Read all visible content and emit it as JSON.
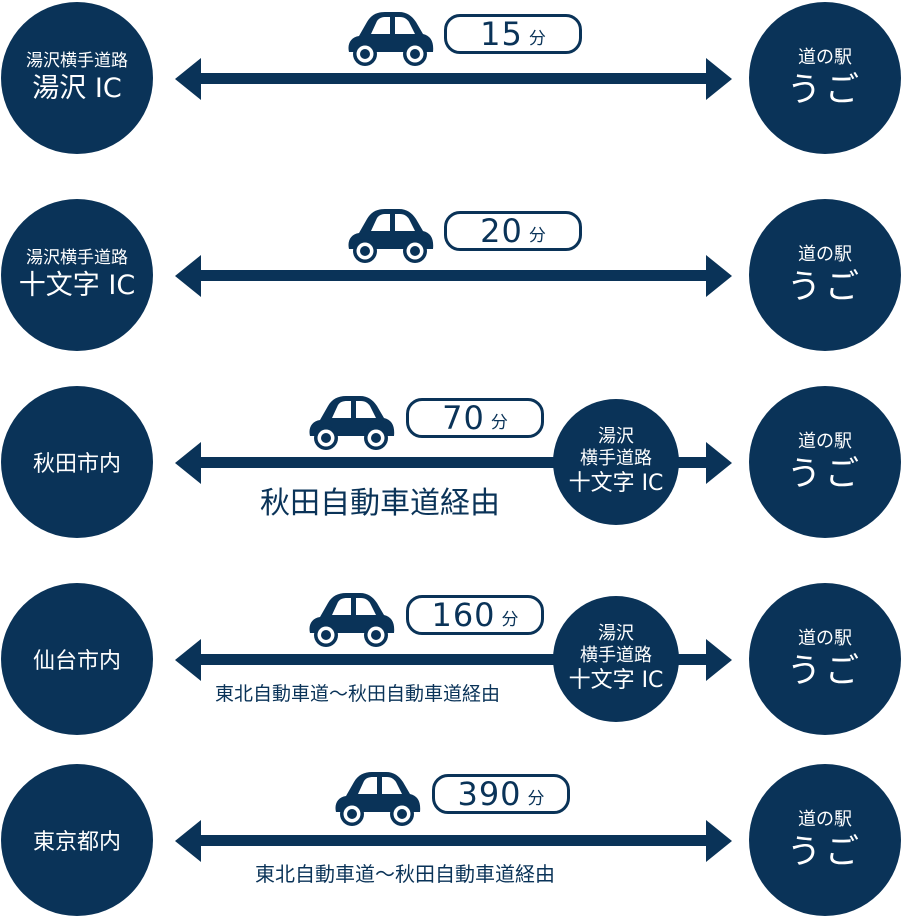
{
  "colors": {
    "primary": "#0a3358",
    "background": "#ffffff"
  },
  "routes": [
    {
      "origin": {
        "line1": "湯沢横手道路",
        "line2": "湯沢 IC"
      },
      "time": {
        "value": "15",
        "unit": "分"
      },
      "destination": {
        "line1": "道の駅",
        "line2": "うご"
      },
      "icon": "car-icon"
    },
    {
      "origin": {
        "line1": "湯沢横手道路",
        "line2": "十文字 IC"
      },
      "time": {
        "value": "20",
        "unit": "分"
      },
      "destination": {
        "line1": "道の駅",
        "line2": "うご"
      },
      "icon": "car-icon"
    },
    {
      "origin": {
        "line1": "秋田市内"
      },
      "time": {
        "value": "70",
        "unit": "分"
      },
      "via": "秋田自動車道経由",
      "waypoint": {
        "line1": "湯沢",
        "line2": "横手道路",
        "line3": "十文字 IC"
      },
      "destination": {
        "line1": "道の駅",
        "line2": "うご"
      },
      "icon": "car-icon"
    },
    {
      "origin": {
        "line1": "仙台市内"
      },
      "time": {
        "value": "160",
        "unit": "分"
      },
      "via": "東北自動車道～秋田自動車道経由",
      "waypoint": {
        "line1": "湯沢",
        "line2": "横手道路",
        "line3": "十文字 IC"
      },
      "destination": {
        "line1": "道の駅",
        "line2": "うご"
      },
      "icon": "car-icon"
    },
    {
      "origin": {
        "line1": "東京都内"
      },
      "time": {
        "value": "390",
        "unit": "分"
      },
      "via": "東北自動車道～秋田自動車道経由",
      "destination": {
        "line1": "道の駅",
        "line2": "うご"
      },
      "icon": "car-icon"
    }
  ]
}
